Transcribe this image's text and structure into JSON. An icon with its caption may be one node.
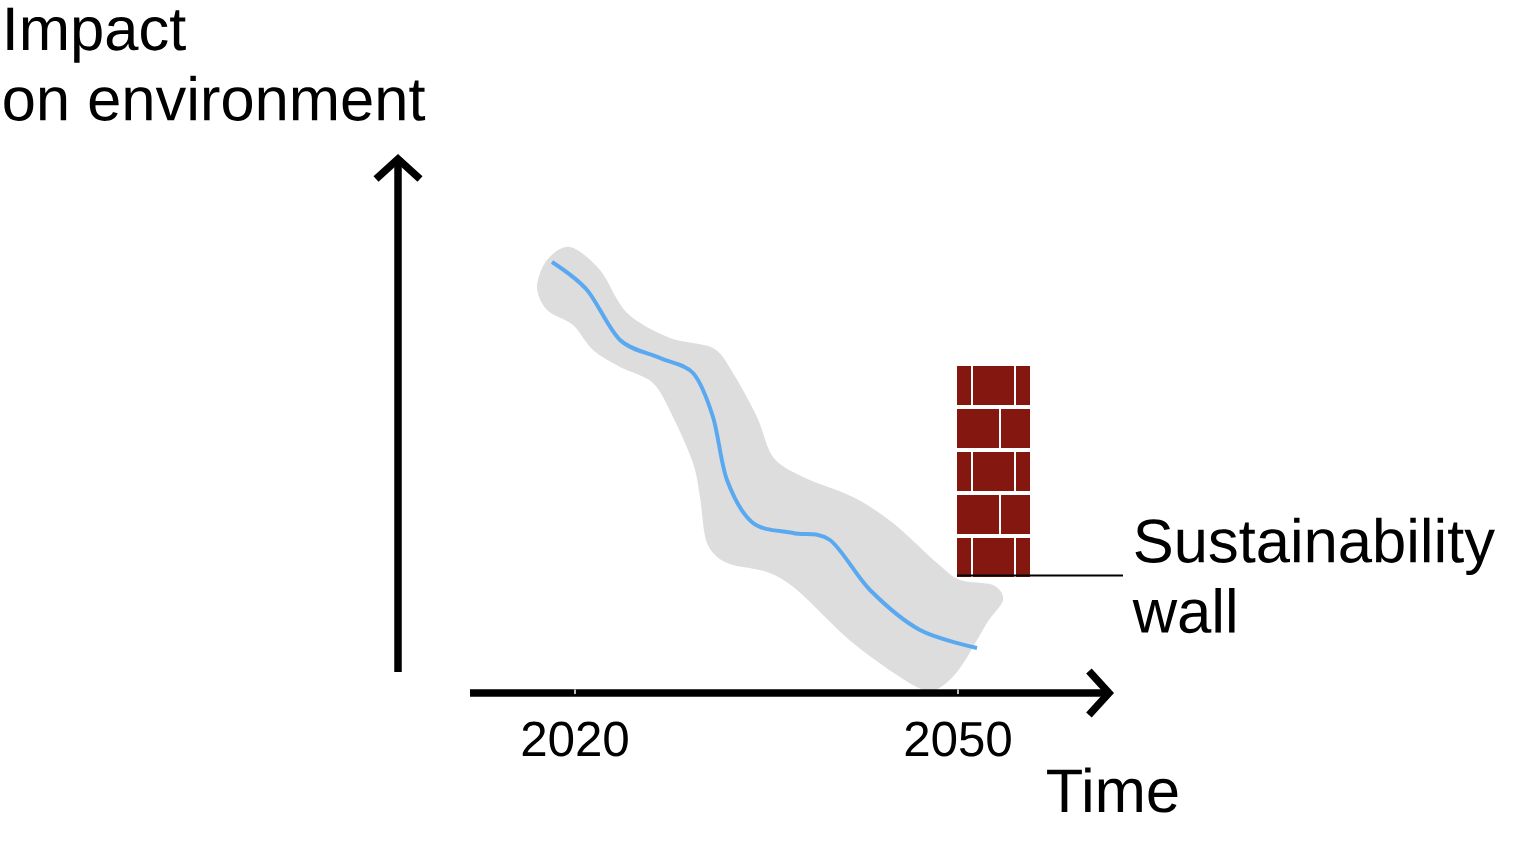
{
  "diagram": {
    "nodes": [
      {
        "text": [
          "Sustainability wall"
        ]
      },
      {
        "text": [],
        "shape": "picture"
      }
    ],
    "edges": [
      {
        "from": 0,
        "to": 1,
        "arrow": "none"
      }
    ],
    "labels": [
      "Impact on environment",
      "2020",
      "2050",
      "Time"
    ]
  }
}
